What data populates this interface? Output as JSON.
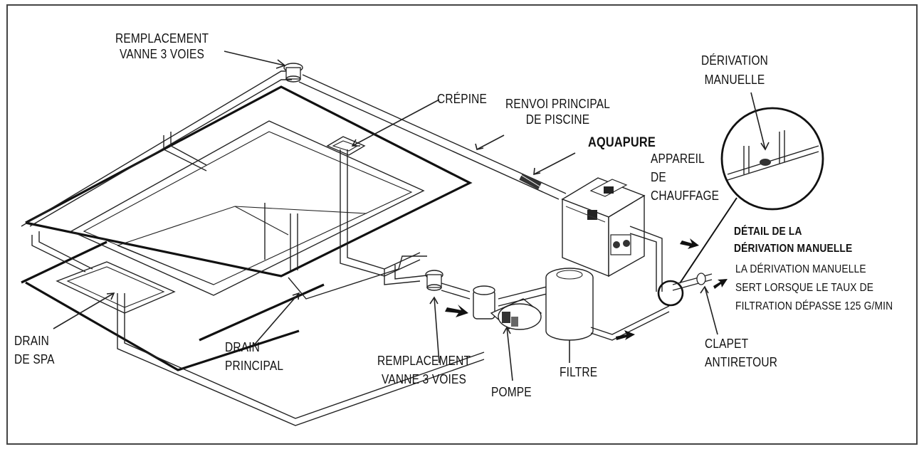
{
  "diagram": {
    "labels": {
      "remplacement_top": "REMPLACEMENT\nVANNE 3 VOIES",
      "crepine": "CRÉPINE",
      "renvoi": "RENVOI PRINCIPAL\nDE PISCINE",
      "aquapure": "AQUAPURE",
      "appareil": "APPAREIL\nDE\nCHAUFFAGE",
      "derivation": "DÉRIVATION\nMANUELLE",
      "detail_title": "DÉTAIL DE LA\nDÉRIVATION MANUELLE",
      "detail_text": "LA DÉRIVATION MANUELLE\nSERT LORSQUE LE TAUX DE\nFILTRATION DÉPASSE 125 G/MIN",
      "clapet": "CLAPET\nANTIRETOUR",
      "drain_spa": "DRAIN\nDE SPA",
      "drain_principal": "DRAIN\nPRINCIPAL",
      "remplacement_bottom": "REMPLACEMENT\nVANNE 3 VOIES",
      "pompe": "POMPE",
      "filtre": "FILTRE"
    }
  }
}
